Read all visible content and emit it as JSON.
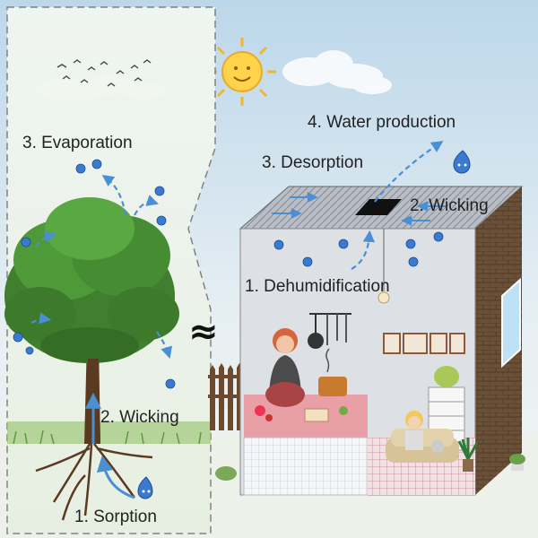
{
  "nature_panel": {
    "evaporation_label": "3. Evaporation",
    "wicking_label": "2. Wicking",
    "sorption_label": "1. Sorption"
  },
  "house_panel": {
    "water_production_label": "4. Water production",
    "desorption_label": "3. Desorption",
    "wicking_label": "2. Wicking",
    "dehumidification_label": "1. Dehumidification"
  },
  "comparison_symbol": "≈",
  "colors": {
    "arrow": "#4a8fd4",
    "droplet": "#3a7ad0",
    "sky": "#cfe3ef",
    "wall_front": "#dcdfe4",
    "wall_side": "#6b5038",
    "grass": "#7fb85a"
  }
}
